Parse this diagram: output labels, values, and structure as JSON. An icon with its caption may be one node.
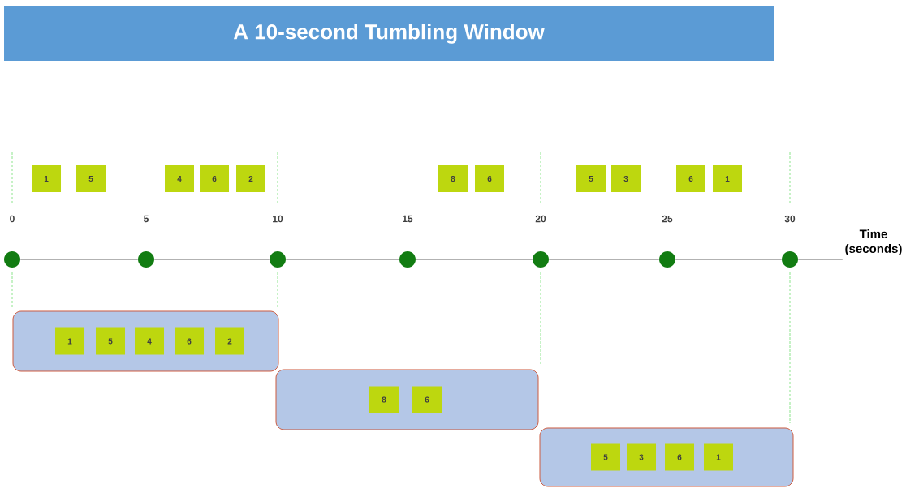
{
  "diagram": {
    "title": "A 10-second Tumbling Window",
    "nodes": [
      {
        "text": [
          "1"
        ]
      },
      {
        "text": [
          "5"
        ]
      },
      {
        "text": [
          "4"
        ]
      },
      {
        "text": [
          "6"
        ]
      },
      {
        "text": [
          "2"
        ]
      },
      {
        "text": [
          "8"
        ]
      },
      {
        "text": [
          "6"
        ]
      },
      {
        "text": [
          "5"
        ]
      },
      {
        "text": [
          "3"
        ]
      },
      {
        "text": [
          "6"
        ]
      },
      {
        "text": [
          "1"
        ]
      },
      {
        "text": [],
        "shape": "circle",
        "beside": [
          "0"
        ]
      },
      {
        "text": [],
        "shape": "circle",
        "beside": [
          "5"
        ]
      },
      {
        "text": [],
        "shape": "circle",
        "beside": [
          "10"
        ]
      },
      {
        "text": [],
        "shape": "circle",
        "beside": [
          "15"
        ]
      },
      {
        "text": [],
        "shape": "circle",
        "beside": [
          "20"
        ]
      },
      {
        "text": [],
        "shape": "circle",
        "beside": [
          "25"
        ]
      },
      {
        "text": [],
        "shape": "circle",
        "beside": [
          "30"
        ]
      },
      {
        "text": [
          "Time (seconds)"
        ]
      },
      {
        "text": [],
        "shape": "box"
      },
      {
        "text": [
          "1"
        ],
        "in": 19
      },
      {
        "text": [
          "5"
        ],
        "in": 19
      },
      {
        "text": [
          "4"
        ],
        "in": 19
      },
      {
        "text": [
          "6"
        ],
        "in": 19
      },
      {
        "text": [
          "2"
        ],
        "in": 19
      },
      {
        "text": [],
        "shape": "box"
      },
      {
        "text": [
          "8"
        ],
        "in": 25
      },
      {
        "text": [
          "6"
        ],
        "in": 25
      },
      {
        "text": [],
        "shape": "box"
      },
      {
        "text": [
          "5"
        ],
        "in": 28
      },
      {
        "text": [
          "3"
        ],
        "in": 28
      },
      {
        "text": [
          "6"
        ],
        "in": 28
      },
      {
        "text": [
          "1"
        ],
        "in": 28
      }
    ],
    "edges": [
      {
        "from": 11,
        "to": 12,
        "arrow": "none"
      },
      {
        "from": 12,
        "to": 13,
        "arrow": "none"
      },
      {
        "from": 13,
        "to": 14,
        "arrow": "none"
      },
      {
        "from": 14,
        "to": 15,
        "arrow": "none"
      },
      {
        "from": 15,
        "to": 16,
        "arrow": "none"
      },
      {
        "from": 16,
        "to": 17,
        "arrow": "none"
      },
      {
        "from": 17,
        "to": 18,
        "arrow": "none"
      }
    ]
  }
}
